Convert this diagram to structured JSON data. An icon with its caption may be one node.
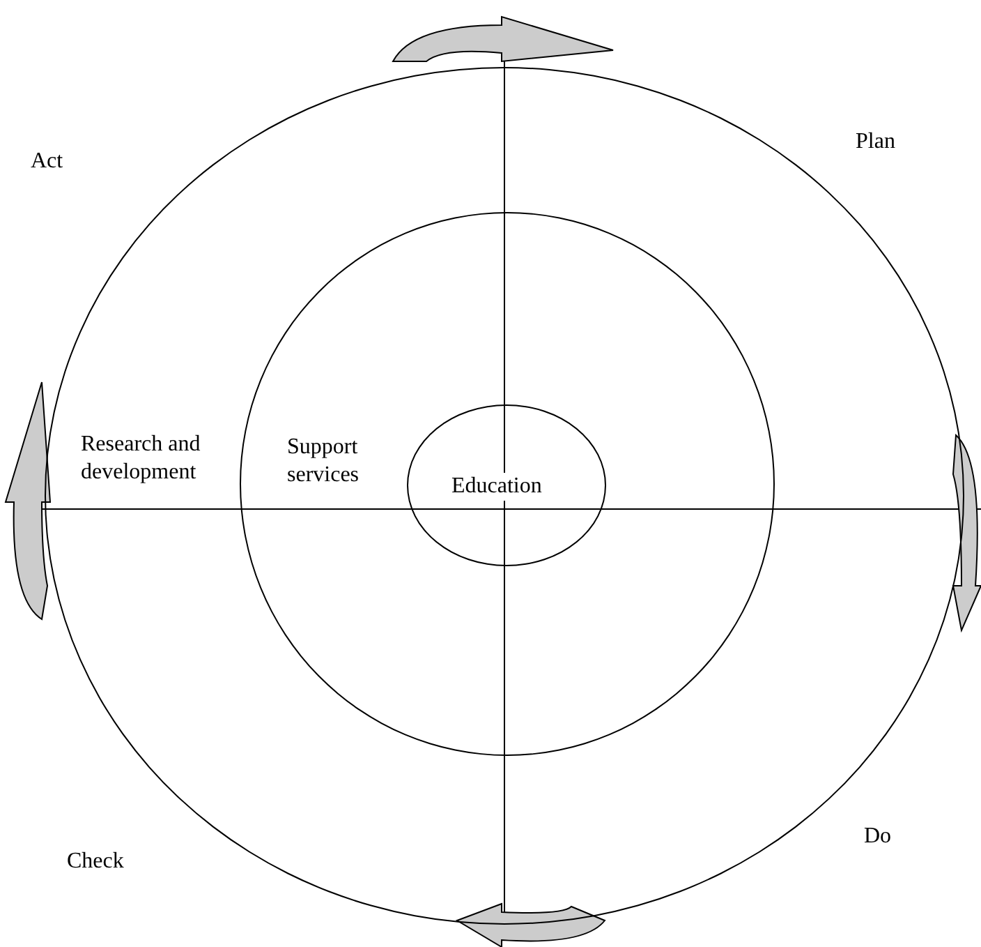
{
  "diagram": {
    "nodes": [
      {
        "text": [
          "Research and development"
        ]
      },
      {
        "text": [
          "Support services"
        ],
        "in": 0
      },
      {
        "text": [
          "Education"
        ],
        "in": 1
      }
    ],
    "labels": [
      "Act",
      "Plan",
      "Do",
      "Check"
    ]
  }
}
